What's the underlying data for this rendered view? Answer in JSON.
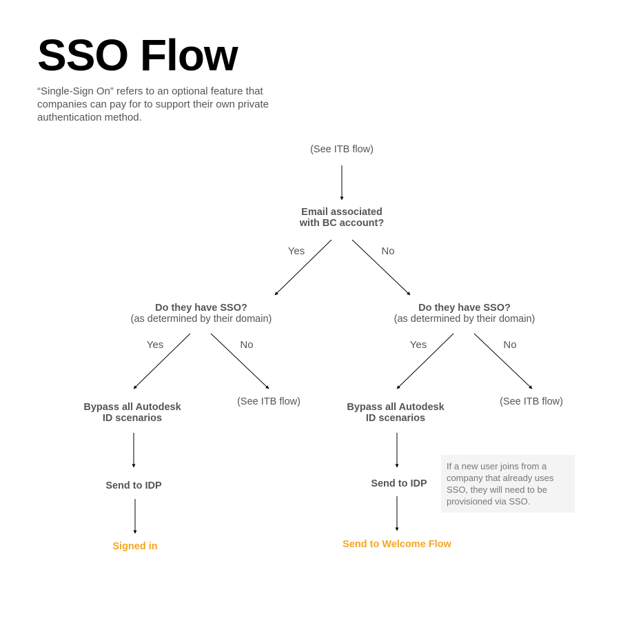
{
  "header": {
    "title": "SSO Flow",
    "description": "“Single-Sign On” refers to an optional feature that companies can pay for to support their own private authentication method."
  },
  "flow": {
    "start": "(See ITB flow)",
    "q_email": {
      "line1": "Email associated",
      "line2": "with BC account?"
    },
    "yes": "Yes",
    "no": "No",
    "left": {
      "q_sso": {
        "line1": "Do they have SSO?",
        "line2": "(as determined by their domain)"
      },
      "yes": "Yes",
      "no": "No",
      "bypass": {
        "line1": "Bypass all Autodesk",
        "line2": "ID scenarios"
      },
      "itb": "(See ITB flow)",
      "idp": "Send to IDP",
      "end": "Signed in"
    },
    "right": {
      "q_sso": {
        "line1": "Do they have SSO?",
        "line2": "(as determined by their domain)"
      },
      "yes": "Yes",
      "no": "No",
      "bypass": {
        "line1": "Bypass all Autodesk",
        "line2": "ID scenarios"
      },
      "itb": "(See ITB flow)",
      "idp": "Send to IDP",
      "end": "Send to Welcome Flow"
    },
    "note": "If a new user joins from a company that already uses SSO, they will need to be provisioned via SSO."
  },
  "colors": {
    "text": "#555555",
    "accent": "#f5a623",
    "note_bg": "#f4f4f4",
    "edge": "#000000"
  }
}
